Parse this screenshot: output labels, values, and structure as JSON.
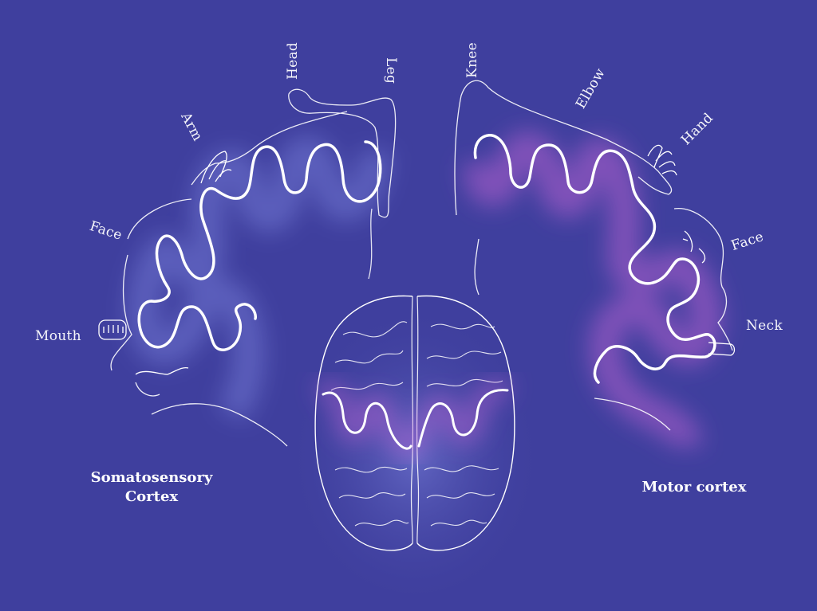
{
  "colors": {
    "background": "#3f3f9e",
    "line": "#ffffff",
    "glow_blue": "#7f86e0",
    "glow_pink": "#c064d4"
  },
  "sensory": {
    "title_line1": "Somatosensory",
    "title_line2": "Cortex",
    "labels": {
      "head": "Head",
      "leg": "Leg",
      "arm": "Arm",
      "face": "Face",
      "mouth": "Mouth"
    }
  },
  "motor": {
    "title": "Motor cortex",
    "labels": {
      "knee": "Knee",
      "elbow": "Elbow",
      "hand": "Hand",
      "face": "Face",
      "neck": "Neck"
    }
  }
}
